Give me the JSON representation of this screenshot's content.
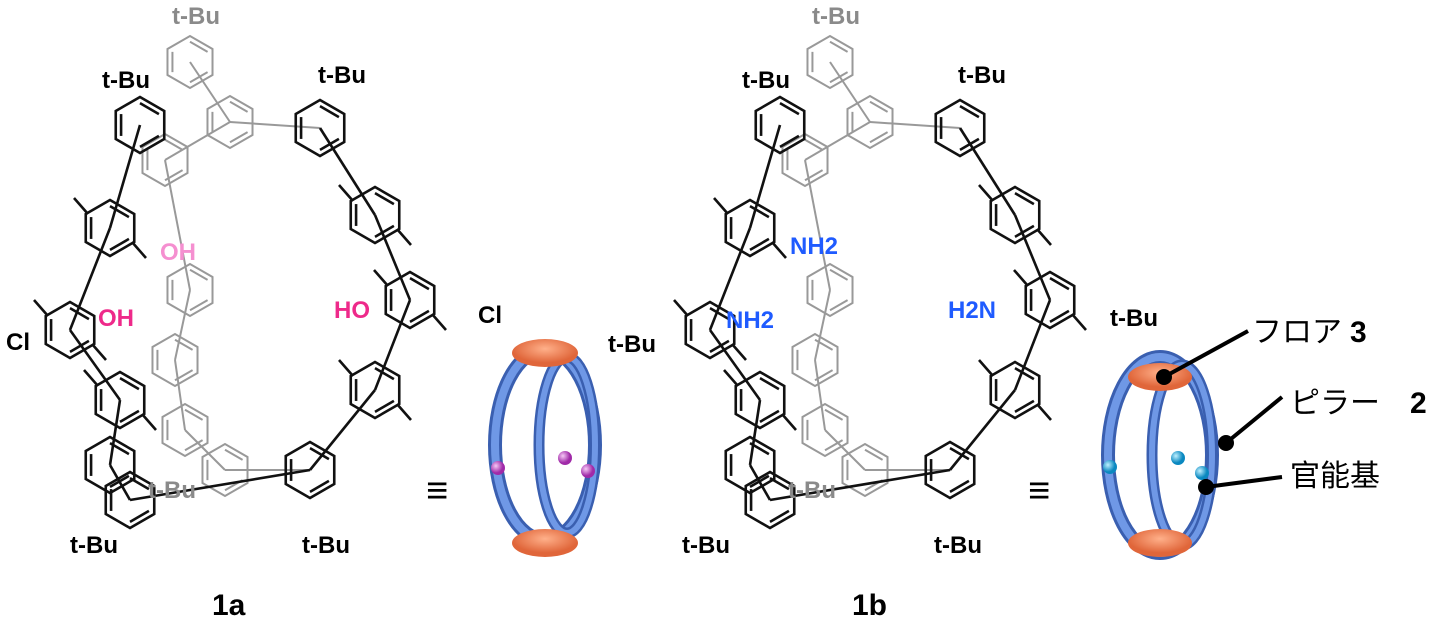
{
  "compounds": [
    {
      "id": "1a",
      "label": "1a",
      "substituent_labels": {
        "tbu_back_top": "t-Bu",
        "tbu_top_left": "t-Bu",
        "tbu_top_right": "t-Bu",
        "tbu_back_bottom": "t-Bu",
        "tbu_bottom_left": "t-Bu",
        "tbu_bottom_right": "t-Bu",
        "oh_back": "OH",
        "oh_left": "OH",
        "ho_right": "HO",
        "cl_left": "Cl",
        "cl_right": "Cl"
      },
      "equivalence": "≡",
      "functional_group_color": "#c040c0"
    },
    {
      "id": "1b",
      "label": "1b",
      "substituent_labels": {
        "tbu_back_top": "t-Bu",
        "tbu_top_left": "t-Bu",
        "tbu_top_right": "t-Bu",
        "tbu_left": "t-Bu",
        "tbu_right": "t-Bu",
        "tbu_back_bottom": "t-Bu",
        "tbu_bottom_left": "t-Bu",
        "tbu_bottom_right": "t-Bu",
        "nh2_back": "NH2",
        "nh2_left": "NH2",
        "h2n_right": "H2N"
      },
      "equivalence": "≡",
      "functional_group_color": "#1aa6d8"
    }
  ],
  "annotations": {
    "floor": {
      "text": "フロア",
      "number": "3"
    },
    "pillar": {
      "text": "ピラー",
      "number": "2"
    },
    "functional_group": {
      "text": "官能基"
    }
  },
  "colors": {
    "floor": "#f08850",
    "pillar": "#5a85d8",
    "oh_light": "#f58fd0",
    "oh": "#ee2a8a",
    "nh2": "#1f5bff"
  }
}
